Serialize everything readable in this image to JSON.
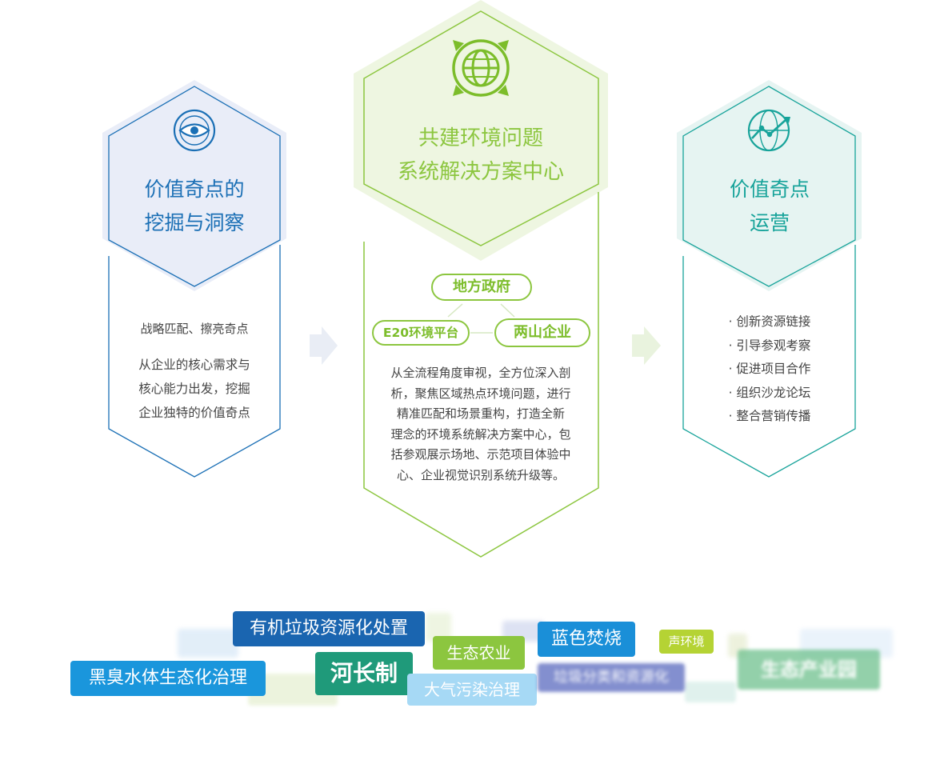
{
  "left_card": {
    "icon": "eye-globe-icon",
    "title_line1": "价值奇点的",
    "title_line2": "挖掘与洞察",
    "subtitle": "战略匹配、擦亮奇点",
    "description_lines": [
      "从企业的核心需求与",
      "核心能力出发，挖掘",
      "企业独特的价值奇点"
    ],
    "color": "#1a6fb5"
  },
  "center_card": {
    "icon": "globe-arrows-icon",
    "title_line1": "共建环境问题",
    "title_line2": "系统解决方案中心",
    "nodes": {
      "top": "地方政府",
      "left": "E20环境平台",
      "right": "两山企业"
    },
    "description_lines": [
      "从全流程角度审视，全方位深入剖",
      "析，聚焦区域热点环境问题，进行",
      "精准匹配和场景重构，打造全新",
      "理念的环境系统解决方案中心，包",
      "括参观展示场地、示范项目体验中",
      "心、企业视觉识别系统升级等。"
    ],
    "color": "#8cc63f"
  },
  "right_card": {
    "icon": "chart-globe-icon",
    "title_line1": "价值奇点",
    "title_line2": "运营",
    "list": [
      "· 创新资源链接",
      "· 引导参观考察",
      "· 促进项目合作",
      "· 组织沙龙论坛",
      "· 整合营销传播"
    ],
    "color": "#17a39a"
  },
  "tags": [
    {
      "label": "有机垃圾资源化处置",
      "color": "#1a65b0"
    },
    {
      "label": "黑臭水体生态化治理",
      "color": "#1a96dc"
    },
    {
      "label": "河长制",
      "color": "#1f9a7a"
    },
    {
      "label": "生态农业",
      "color": "#8cc63f"
    },
    {
      "label": "大气污染治理",
      "color": "#a6d9f5"
    },
    {
      "label": "蓝色焚烧",
      "color": "#1a8fd8"
    },
    {
      "label": "声环境",
      "color": "#b5d334"
    },
    {
      "label": "垃圾分类和资源化",
      "color": "#5a6abf"
    },
    {
      "label": "生态产业园",
      "color": "#6fc18e"
    }
  ]
}
